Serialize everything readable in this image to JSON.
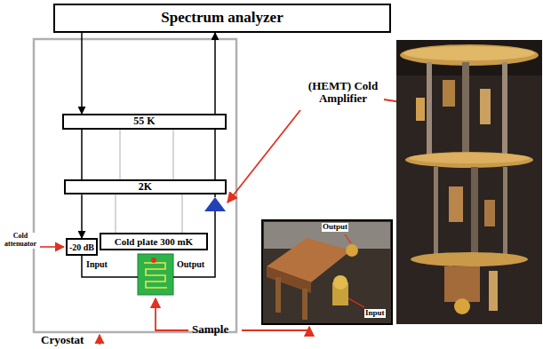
{
  "diagram": {
    "nodes": [
      {
        "text": [
          "Spectrum analyzer"
        ]
      },
      {
        "text": [
          "55 K"
        ]
      },
      {
        "text": [
          "2K"
        ]
      },
      {
        "text": [
          "-20 dB"
        ]
      },
      {
        "text": [
          "Cold plate 300 mK"
        ]
      }
    ],
    "edges": [
      {
        "from": 0,
        "to": 1,
        "arrow": "to"
      },
      {
        "from": 1,
        "to": 0,
        "arrow": "to"
      },
      {
        "from": 1,
        "to": 2,
        "arrow": "none"
      },
      {
        "from": 2,
        "to": 1,
        "arrow": "none"
      },
      {
        "from": 2,
        "to": 3,
        "arrow": "to"
      }
    ],
    "labels": [
      "Cold attenuator",
      "Input",
      "Output",
      "(HEMT) Cold Amplifier",
      "Cryostat",
      "Sample",
      "Output",
      "Input"
    ]
  }
}
